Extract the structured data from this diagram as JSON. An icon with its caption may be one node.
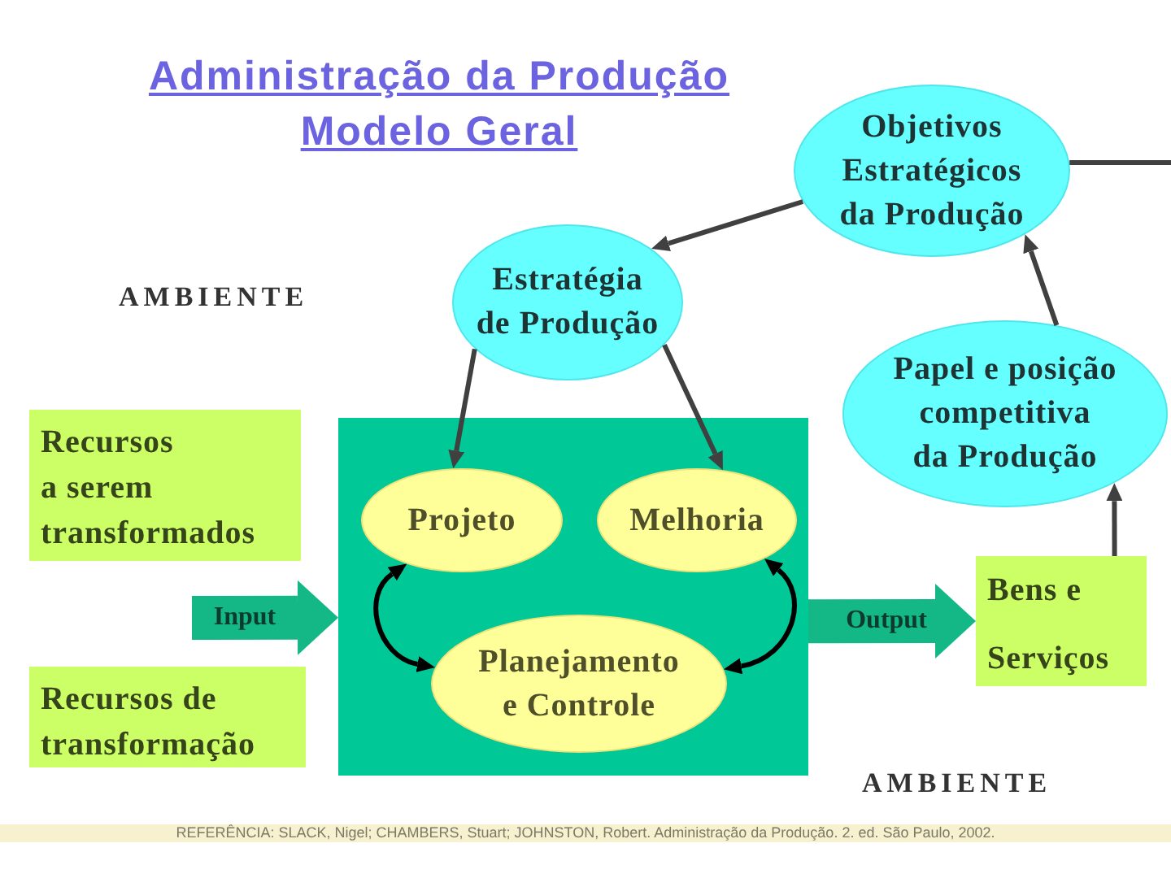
{
  "diagram": {
    "title": "Administração da Produção Modelo Geral",
    "nodes": [
      {
        "text": [
          "Objetivos Estratégicos da Produção"
        ]
      },
      {
        "text": [
          "Estratégia de Produção"
        ]
      },
      {
        "text": [
          "Papel e posição competitiva da Produção"
        ]
      },
      {
        "text": [
          "Recursos a serem transformados"
        ]
      },
      {
        "text": [],
        "shape": "box"
      },
      {
        "text": [
          "Projeto"
        ],
        "in": 4
      },
      {
        "text": [
          "Melhoria"
        ],
        "in": 4
      },
      {
        "text": [
          "Planejamento e Controle"
        ],
        "in": 4
      },
      {
        "text": [
          "Recursos de transformação"
        ]
      },
      {
        "text": [
          "Bens e Serviços"
        ]
      }
    ],
    "edges": [
      {
        "from": 0,
        "to": null,
        "arrow": "none"
      },
      {
        "from": 0,
        "to": 1,
        "arrow": "to"
      },
      {
        "from": 2,
        "to": 0,
        "arrow": "to"
      },
      {
        "from": 9,
        "to": 2,
        "arrow": "to"
      },
      {
        "from": 1,
        "to": 5,
        "arrow": "to"
      },
      {
        "from": 1,
        "to": 6,
        "arrow": "to"
      },
      {
        "from": 5,
        "to": 7,
        "arrow": "both",
        "color": "#000000"
      },
      {
        "from": 6,
        "to": 7,
        "arrow": "both",
        "color": "#000000"
      },
      {
        "from": null,
        "to": 4,
        "arrow": "to",
        "label": "Input",
        "style": "thick",
        "color": "#14b887"
      },
      {
        "from": 4,
        "to": 9,
        "arrow": "to",
        "label": "Output",
        "style": "thick",
        "color": "#14b887"
      }
    ],
    "labels": [
      "AMBIENTE",
      "AMBIENTE",
      "REFERÊNCIA: SLACK, Nigel; CHAMBERS, Stuart; JOHNSTON, Robert. Administração da Produção. 2. ed. São Paulo, 2002."
    ]
  }
}
